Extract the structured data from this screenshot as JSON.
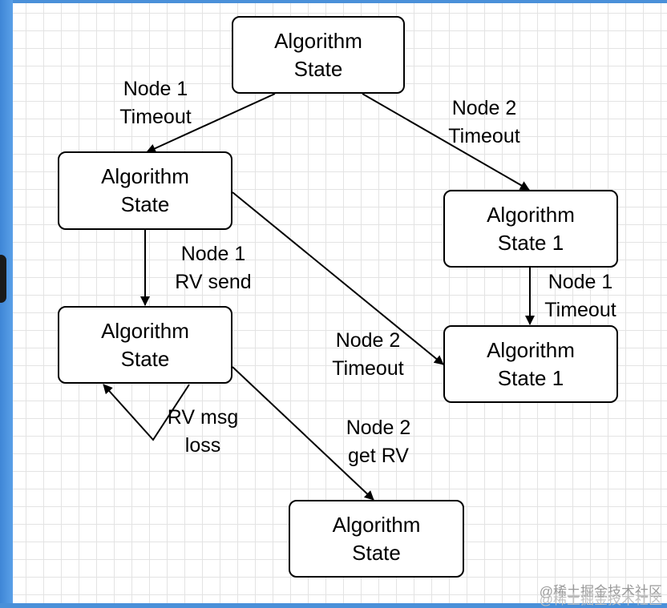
{
  "nodes": {
    "top": {
      "line1": "Algorithm",
      "line2": "State"
    },
    "left_upper": {
      "line1": "Algorithm",
      "line2": "State"
    },
    "left_lower": {
      "line1": "Algorithm",
      "line2": "State"
    },
    "bottom": {
      "line1": "Algorithm",
      "line2": "State"
    },
    "right_upper": {
      "line1": "Algorithm",
      "line2": "State 1"
    },
    "right_lower": {
      "line1": "Algorithm",
      "line2": "State 1"
    }
  },
  "edges": {
    "node1_timeout_top": {
      "line1": "Node 1",
      "line2": "Timeout"
    },
    "node2_timeout_top": {
      "line1": "Node 2",
      "line2": "Timeout"
    },
    "node1_rv_send": {
      "line1": "Node 1",
      "line2": "RV send"
    },
    "node1_timeout_right": {
      "line1": "Node 1",
      "line2": "Timeout"
    },
    "node2_timeout_mid": {
      "line1": "Node 2",
      "line2": "Timeout"
    },
    "rv_msg_loss": {
      "line1": "RV msg",
      "line2": "loss"
    },
    "node2_get_rv": {
      "line1": "Node 2",
      "line2": "get RV"
    }
  },
  "watermark": "@稀土掘金技术社区"
}
